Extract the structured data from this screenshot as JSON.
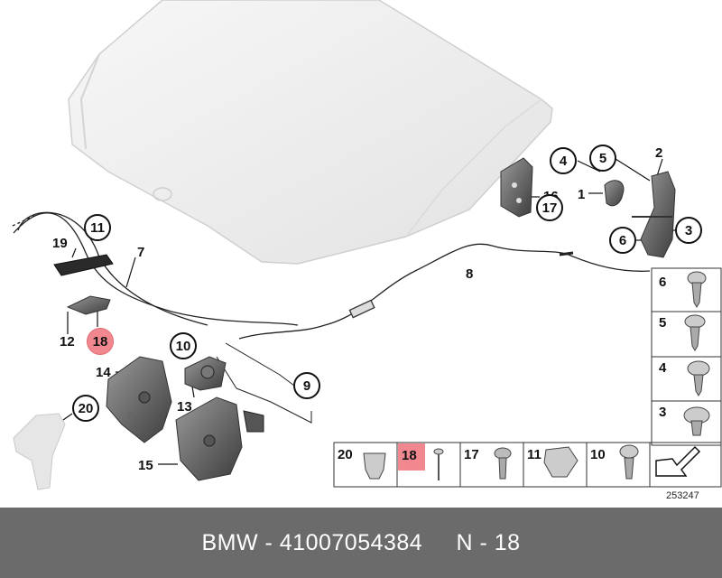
{
  "diagram": {
    "callouts": {
      "c1": "1",
      "c2": "2",
      "c3": "3",
      "c4": "4",
      "c5": "5",
      "c6": "6",
      "c7": "7",
      "c8": "8",
      "c9": "9",
      "c10": "10",
      "c11": "11",
      "c12": "12",
      "c13": "13",
      "c14": "14",
      "c15": "15",
      "c16": "16",
      "c17": "17",
      "c18": "18",
      "c19": "19",
      "c20": "20"
    },
    "side_panel": [
      "6",
      "5",
      "4",
      "3"
    ],
    "bottom_strip": [
      "20",
      "18",
      "17",
      "11",
      "10"
    ],
    "reference_number": "253247"
  },
  "footer": {
    "brand": "BMW",
    "separator1": " - ",
    "part_number": "41007054384",
    "gap": "     ",
    "position_prefix": "N - ",
    "position_number": "18"
  },
  "colors": {
    "footer_bg": "#6b6b6b",
    "highlight": "#f2888f",
    "line": "#111111"
  }
}
